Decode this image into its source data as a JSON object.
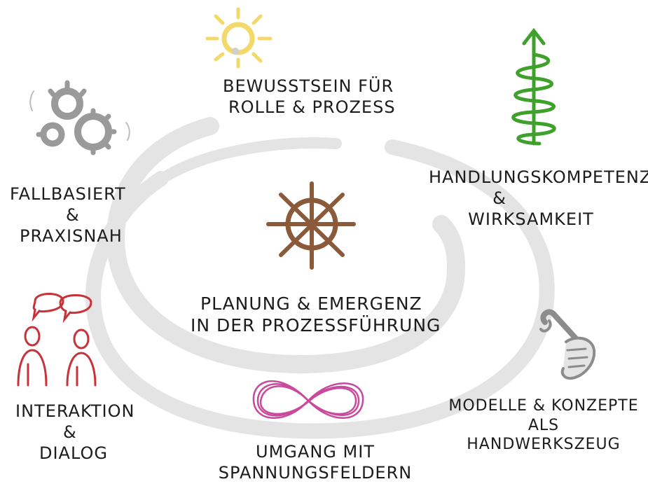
{
  "diagram": {
    "center": {
      "icon": "ship-wheel-icon",
      "lines": [
        "PLANUNG & EMERGENZ",
        "IN DER PROZESSFÜHRUNG"
      ]
    },
    "nodes": [
      {
        "id": "bewusstsein",
        "icon": "sun-icon",
        "lines": [
          "BEWUSSTSEIN FÜR",
          "ROLLE & PROZESS"
        ]
      },
      {
        "id": "handlungskompetenz",
        "icon": "spiral-arrow-icon",
        "lines": [
          "HANDLUNGSKOMPETENZ",
          "&",
          "WIRKSAMKEIT"
        ]
      },
      {
        "id": "modelle",
        "icon": "wrench-hand-icon",
        "lines": [
          "MODELLE & KONZEPTE",
          "ALS",
          "HANDWERKSZEUG"
        ]
      },
      {
        "id": "umgang",
        "icon": "infinity-icon",
        "lines": [
          "UMGANG MIT",
          "SPANNUNGSFELDERN"
        ]
      },
      {
        "id": "interaktion",
        "icon": "people-speech-bubbles-icon",
        "lines": [
          "INTERAKTION",
          "&",
          "DIALOG"
        ]
      },
      {
        "id": "fallbasiert",
        "icon": "gears-icon",
        "lines": [
          "FALLBASIERT",
          "&",
          "PRAXISNAH"
        ]
      }
    ],
    "colors": {
      "sun": "#f2d96a",
      "spiral": "#3fa02c",
      "wheel": "#8a5a3a",
      "infinity": "#c84a9c",
      "people": "#c8333a",
      "gears": "#9a9a9a",
      "wrench": "#8c8c8c",
      "swirl": "#e4e4e4",
      "text": "#1c1c1c"
    }
  }
}
